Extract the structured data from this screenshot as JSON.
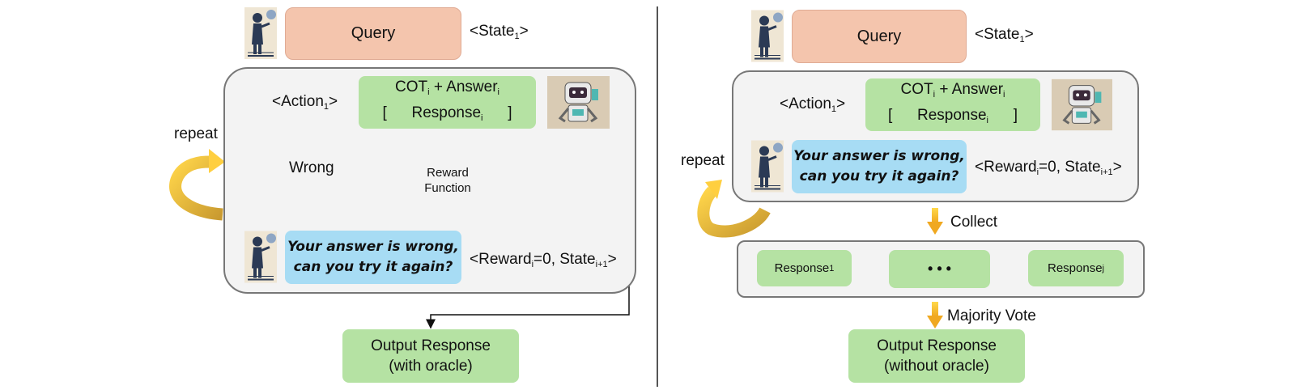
{
  "left": {
    "query": "Query",
    "state": "<State",
    "state_sub": "1",
    "state_close": ">",
    "action": "<Action",
    "action_sub": "1",
    "action_close": ">",
    "cot_line1_a": "COT",
    "cot_line1_sub": "i",
    "cot_line1_b": " + Answer",
    "cot_line1_sub2": "i",
    "cot_line2_open": "[",
    "cot_line2_text": "Response",
    "cot_line2_sub": "i",
    "cot_line2_close": "]",
    "reward_line1": "Reward",
    "reward_line2": "Function",
    "wrong": "Wrong",
    "repeat": "repeat",
    "feedback_line1": "Your answer is wrong,",
    "feedback_line2": "can you try it again?",
    "reward_state_a": "<Reward",
    "reward_state_sub1": "i",
    "reward_state_b": "=0, State",
    "reward_state_sub2": "i+1",
    "reward_state_c": ">",
    "output_line1": "Output Response",
    "output_line2": "(with oracle)"
  },
  "right": {
    "query": "Query",
    "state": "<State",
    "state_sub": "1",
    "state_close": ">",
    "action": "<Action",
    "action_sub": "1",
    "action_close": ">",
    "cot_line1_a": "COT",
    "cot_line1_sub": "i",
    "cot_line1_b": " + Answer",
    "cot_line1_sub2": "i",
    "cot_line2_open": "[",
    "cot_line2_text": "Response",
    "cot_line2_sub": "i",
    "cot_line2_close": "]",
    "repeat": "repeat",
    "feedback_line1": "Your answer is wrong,",
    "feedback_line2": "can you try it again?",
    "reward_state_a": "<Reward",
    "reward_state_sub1": "i",
    "reward_state_b": "=0, State",
    "reward_state_sub2": "i+1",
    "reward_state_c": ">",
    "collect": "Collect",
    "response_1": "Response",
    "response_1_sub": "1",
    "ellipsis": "• • •",
    "response_j": "Response",
    "response_j_sub": "j",
    "majority": "Majority Vote",
    "output_line1": "Output Response",
    "output_line2": "(without oracle)"
  },
  "colors": {
    "query": "#f4c5ad",
    "green": "#b5e2a3",
    "blue": "#a7dcf4",
    "diamond": "#e2a2da",
    "arrow_yellow": "#f5c842",
    "panel": "#f3f3f3"
  },
  "icons": [
    "user-figure-icon",
    "robot-icon",
    "curved-arrow-icon"
  ]
}
